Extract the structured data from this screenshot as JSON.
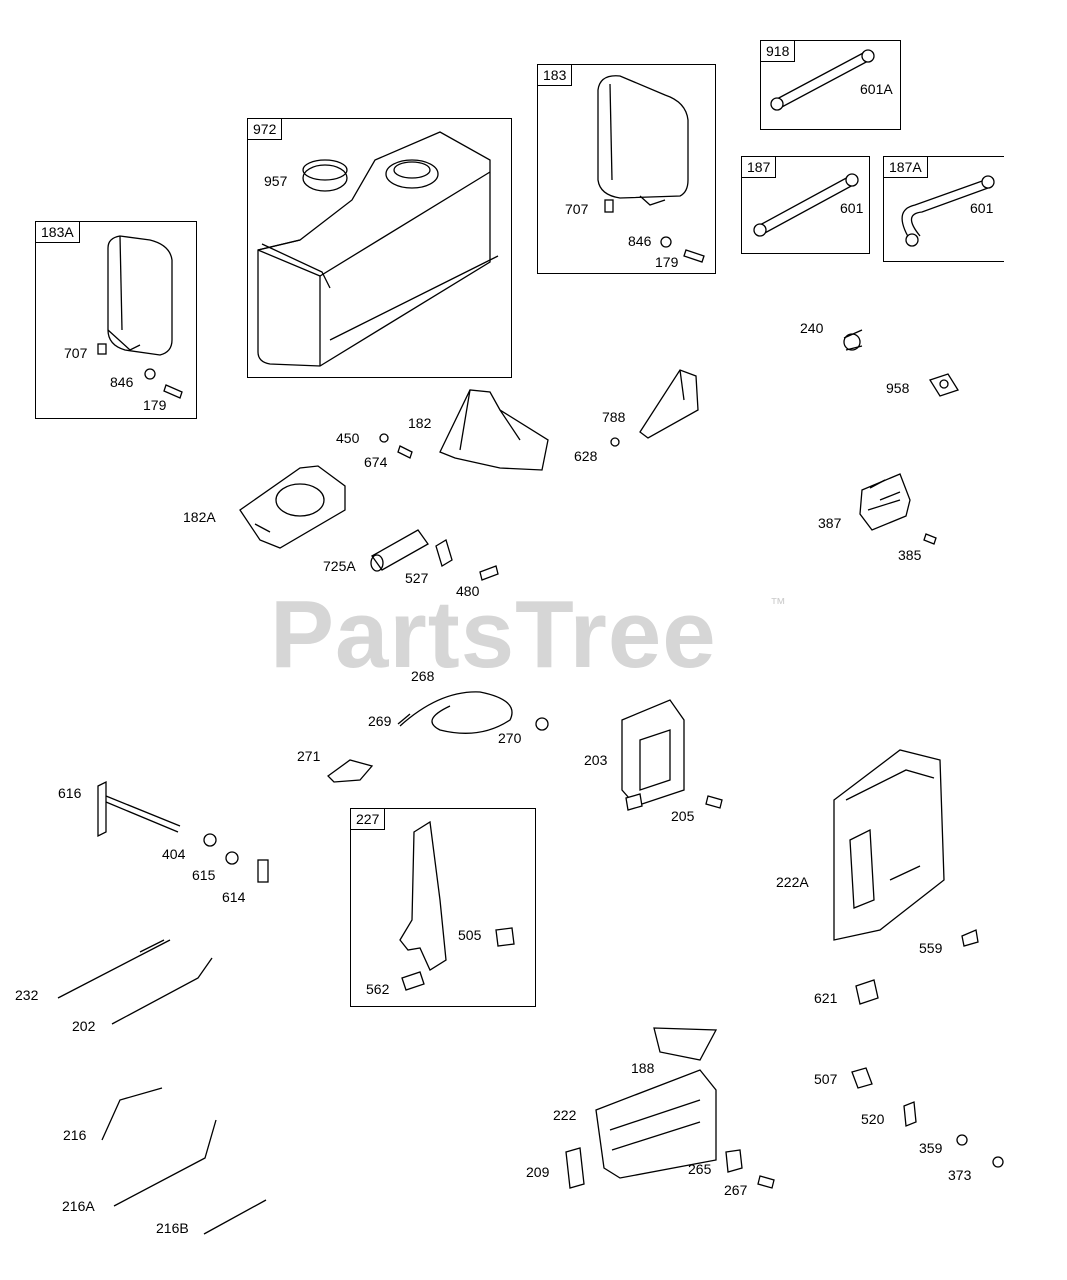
{
  "watermark": {
    "text": "PartsTree",
    "trademark": "™"
  },
  "kits": [
    {
      "id": "183A",
      "parts": [
        "707",
        "846",
        "179"
      ]
    },
    {
      "id": "972",
      "parts": [
        "957"
      ]
    },
    {
      "id": "183",
      "parts": [
        "707",
        "846",
        "179"
      ]
    },
    {
      "id": "918",
      "parts": [
        "601A"
      ]
    },
    {
      "id": "187",
      "parts": [
        "601"
      ]
    },
    {
      "id": "187A",
      "parts": [
        "601"
      ]
    },
    {
      "id": "227",
      "parts": [
        "505",
        "562"
      ]
    }
  ],
  "parts": {
    "p240": "240",
    "p958": "958",
    "p450": "450",
    "p674": "674",
    "p182": "182",
    "p788": "788",
    "p628": "628",
    "p182A": "182A",
    "p725A": "725A",
    "p527": "527",
    "p480": "480",
    "p387": "387",
    "p385": "385",
    "p268": "268",
    "p269": "269",
    "p270": "270",
    "p271": "271",
    "p203": "203",
    "p205": "205",
    "p616": "616",
    "p404": "404",
    "p615": "615",
    "p614": "614",
    "p222A": "222A",
    "p559": "559",
    "p621": "621",
    "p232": "232",
    "p202": "202",
    "p188": "188",
    "p222": "222",
    "p507": "507",
    "p520": "520",
    "p359": "359",
    "p373": "373",
    "p216": "216",
    "p216A": "216A",
    "p216B": "216B",
    "p209": "209",
    "p265": "265",
    "p267": "267"
  }
}
